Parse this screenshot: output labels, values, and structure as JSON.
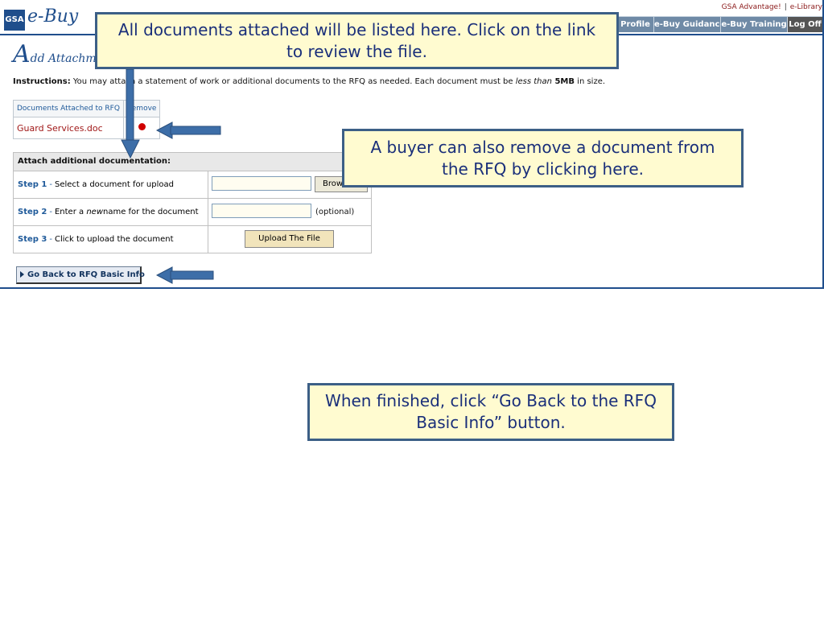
{
  "header": {
    "logo_gsa": "GSA",
    "logo_ebuy": "e-Buy",
    "top_links": [
      "GSA Advantage!",
      "e-Library"
    ],
    "separator": "|",
    "tabs": [
      "Profile",
      "e-Buy Guidance",
      "e-Buy Training",
      "Log Off"
    ]
  },
  "page": {
    "title_initial": "A",
    "title_rest": "dd Attachmen"
  },
  "instructions": {
    "label": "Instructions:",
    "text_before": " You may attach a statement of work or additional documents to the RFQ as needed. Each document must be ",
    "emphasis": "less than",
    "size": " 5MB",
    "text_after": " in size."
  },
  "documents_table": {
    "headers": [
      "Documents Attached to RFQ",
      "Remove"
    ],
    "rows": [
      {
        "file": "Guard Services.doc"
      }
    ]
  },
  "attach": {
    "header": "Attach additional documentation:",
    "steps": [
      {
        "label": "Step 1",
        "dash": " - ",
        "text_plain": "Select a document for upload",
        "text_italic": "",
        "text_after": ""
      },
      {
        "label": "Step 2",
        "dash": " - ",
        "text_plain": "Enter a ",
        "text_italic": "new",
        "text_after": " name for the document"
      },
      {
        "label": "Step 3",
        "dash": " - ",
        "text_plain": "Click to upload the document",
        "text_italic": "",
        "text_after": ""
      }
    ],
    "browse_label": "Browse...",
    "optional_label": "(optional)",
    "upload_label": "Upload The File"
  },
  "go_back_label": "Go Back to RFQ Basic Info",
  "callouts": {
    "documents_list": "All documents attached will be listed here.  Click on the link to review the file.",
    "remove": "A buyer can also remove a document from the RFQ by clicking here.",
    "finished": "When finished, click “Go Back to the RFQ Basic Info” button."
  },
  "colors": {
    "brand_blue": "#1f4e8c",
    "callout_bg": "#fffbd0",
    "callout_border": "#3c5f86",
    "arrow": "#3d6ea8"
  }
}
